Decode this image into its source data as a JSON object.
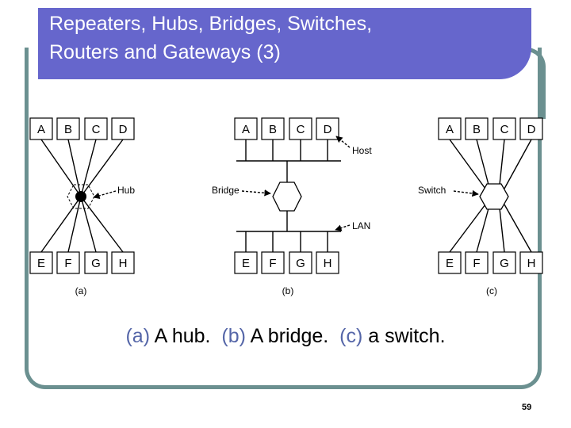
{
  "slide": {
    "title_line1": "Repeaters, Hubs, Bridges, Switches,",
    "title_line2": "Routers and Gateways (3)",
    "page_number": "59",
    "colors": {
      "title_bar": "#6666cc",
      "frame": "#6b9090",
      "caption_tag": "#5566a8"
    }
  },
  "diagram": {
    "hub": {
      "top_nodes": [
        "A",
        "B",
        "C",
        "D"
      ],
      "bottom_nodes": [
        "E",
        "F",
        "G",
        "H"
      ],
      "device_label": "Hub",
      "panel_label": "(a)"
    },
    "bridge": {
      "top_nodes": [
        "A",
        "B",
        "C",
        "D"
      ],
      "bottom_nodes": [
        "E",
        "F",
        "G",
        "H"
      ],
      "device_label": "Bridge",
      "host_label": "Host",
      "lan_label": "LAN",
      "panel_label": "(b)"
    },
    "switch": {
      "top_nodes": [
        "A",
        "B",
        "C",
        "D"
      ],
      "bottom_nodes": [
        "E",
        "F",
        "G",
        "H"
      ],
      "device_label": "Switch",
      "panel_label": "(c)"
    }
  },
  "caption": {
    "a_tag": "(a)",
    "a_text": "A hub.",
    "b_tag": "(b)",
    "b_text": "A bridge.",
    "c_tag": "(c)",
    "c_text": "a switch."
  }
}
